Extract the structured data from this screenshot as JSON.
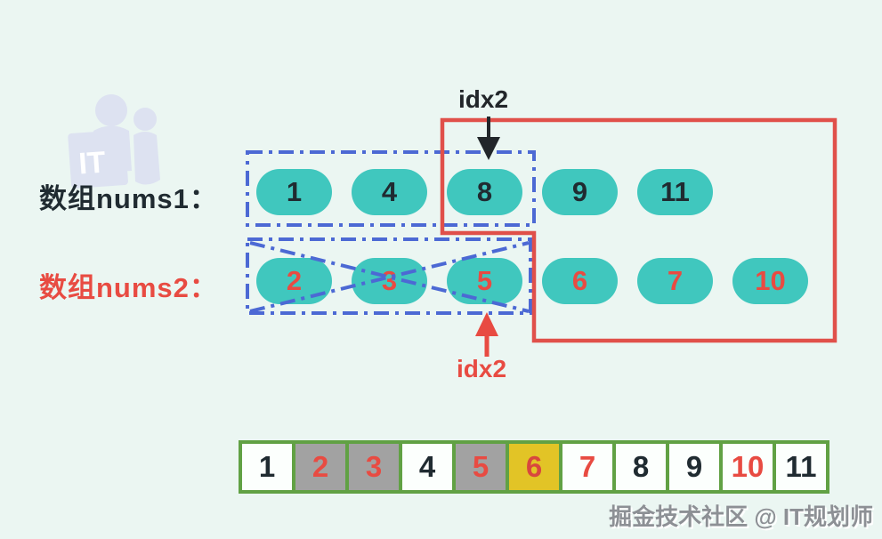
{
  "palette": {
    "background": "#ebf6f2",
    "pill_teal": "#40c7be",
    "black_text": "#202b31",
    "red_accent": "#e84b42",
    "red_box": "#e0504a",
    "blue_dash": "#4c69d4",
    "green_border": "#61a144",
    "gray_cell": "#a2a2a2",
    "yellow_cell": "#e2c426",
    "white_cell": "#fcfffd"
  },
  "logo": {
    "board_text": "IT"
  },
  "nums1": {
    "label": "数组nums1：",
    "values": [
      "1",
      "4",
      "8",
      "9",
      "11"
    ],
    "boxed_dashed": [
      "1",
      "4",
      "8"
    ]
  },
  "nums2": {
    "label": "数组nums2：",
    "values": [
      "2",
      "3",
      "5",
      "6",
      "7",
      "10"
    ],
    "boxed_dashed_crossed": [
      "2",
      "3",
      "5"
    ]
  },
  "pointers": {
    "top": {
      "label": "idx2",
      "points_to": "8"
    },
    "bottom": {
      "label": "idx2",
      "points_to": "5"
    }
  },
  "merged": {
    "cells": [
      {
        "value": "1",
        "bg": "#fcfffd",
        "color": "#202b31"
      },
      {
        "value": "2",
        "bg": "#a2a2a2",
        "color": "#e84b42"
      },
      {
        "value": "3",
        "bg": "#a2a2a2",
        "color": "#e84b42"
      },
      {
        "value": "4",
        "bg": "#fcfffd",
        "color": "#202b31"
      },
      {
        "value": "5",
        "bg": "#a2a2a2",
        "color": "#e84b42"
      },
      {
        "value": "6",
        "bg": "#e2c426",
        "color": "#d8473e"
      },
      {
        "value": "7",
        "bg": "#fcfffd",
        "color": "#e84b42"
      },
      {
        "value": "8",
        "bg": "#fcfffd",
        "color": "#202b31"
      },
      {
        "value": "9",
        "bg": "#fcfffd",
        "color": "#202b31"
      },
      {
        "value": "10",
        "bg": "#fcfffd",
        "color": "#e84b42"
      },
      {
        "value": "11",
        "bg": "#fcfffd",
        "color": "#202b31"
      }
    ]
  },
  "watermark": "掘金技术社区 @ IT规划师"
}
